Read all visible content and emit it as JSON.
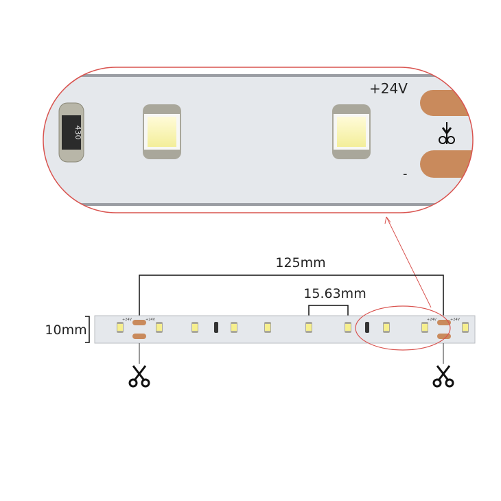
{
  "magnified_view": {
    "voltage_label": "+24V",
    "minus_label": "-",
    "resistor_code": "430",
    "outline_color": "#d9534f",
    "pad_color": "#c98a5c",
    "board_color": "#e5e8ec"
  },
  "strip": {
    "small_voltage_label": "+24V",
    "led_count": 10,
    "resistor_count": 2,
    "cut_points": 2
  },
  "dimensions": {
    "cut_length": "125mm",
    "led_pitch": "15.63mm",
    "width": "10mm"
  },
  "icons": [
    "scissors-icon",
    "cut-mark-icon"
  ]
}
